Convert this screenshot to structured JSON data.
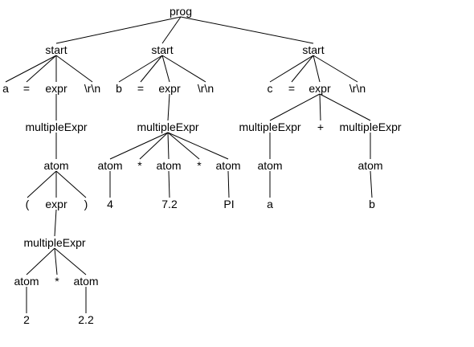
{
  "tree": {
    "label": "prog",
    "children": [
      {
        "label": "start",
        "children": [
          {
            "label": "a"
          },
          {
            "label": "="
          },
          {
            "label": "expr",
            "children": [
              {
                "label": "multipleExpr",
                "children": [
                  {
                    "label": "atom",
                    "children": [
                      {
                        "label": "("
                      },
                      {
                        "label": "expr",
                        "children": [
                          {
                            "label": "multipleExpr",
                            "children": [
                              {
                                "label": "atom",
                                "children": [
                                  {
                                    "label": "2"
                                  }
                                ]
                              },
                              {
                                "label": "*"
                              },
                              {
                                "label": "atom",
                                "children": [
                                  {
                                    "label": "2.2"
                                  }
                                ]
                              }
                            ]
                          }
                        ]
                      },
                      {
                        "label": ")"
                      }
                    ]
                  }
                ]
              }
            ]
          },
          {
            "label": "\\r\\n"
          }
        ]
      },
      {
        "label": "start",
        "children": [
          {
            "label": "b"
          },
          {
            "label": "="
          },
          {
            "label": "expr",
            "children": [
              {
                "label": "multipleExpr",
                "children": [
                  {
                    "label": "atom",
                    "children": [
                      {
                        "label": "4"
                      }
                    ]
                  },
                  {
                    "label": "*"
                  },
                  {
                    "label": "atom",
                    "children": [
                      {
                        "label": "7.2"
                      }
                    ]
                  },
                  {
                    "label": "*"
                  },
                  {
                    "label": "atom",
                    "children": [
                      {
                        "label": "PI"
                      }
                    ]
                  }
                ]
              }
            ]
          },
          {
            "label": "\\r\\n"
          }
        ]
      },
      {
        "label": "start",
        "children": [
          {
            "label": "c"
          },
          {
            "label": "="
          },
          {
            "label": "expr",
            "children": [
              {
                "label": "multipleExpr",
                "children": [
                  {
                    "label": "atom",
                    "children": [
                      {
                        "label": "a"
                      }
                    ]
                  }
                ]
              },
              {
                "label": "+"
              },
              {
                "label": "multipleExpr",
                "children": [
                  {
                    "label": "atom",
                    "children": [
                      {
                        "label": "b"
                      }
                    ]
                  }
                ]
              }
            ]
          },
          {
            "label": "\\r\\n"
          }
        ]
      }
    ]
  }
}
